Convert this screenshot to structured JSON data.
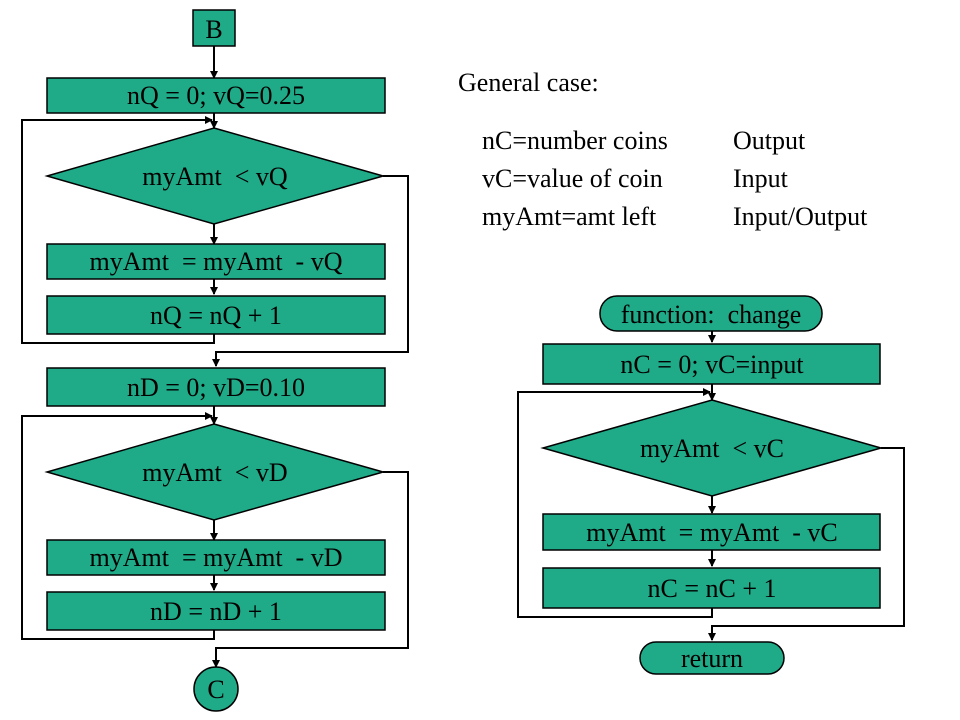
{
  "colors": {
    "fill": "#1faa88",
    "stroke": "#000000",
    "background": "#ffffff"
  },
  "left_flow": {
    "start_connector": "B",
    "end_connector": "C",
    "quarter_init": "nQ = 0; vQ=0.25",
    "quarter_test": "myAmt  < vQ",
    "quarter_subtract": "myAmt  = myAmt  - vQ",
    "quarter_increment": "nQ = nQ + 1",
    "dime_init": "nD = 0; vD=0.10",
    "dime_test": "myAmt  < vD",
    "dime_subtract": "myAmt  = myAmt  - vD",
    "dime_increment": "nD = nD + 1"
  },
  "general": {
    "title": "General case:",
    "rows": [
      {
        "name": "nC=number  coins",
        "role": "Output"
      },
      {
        "name": "vC=value of coin",
        "role": "Input"
      },
      {
        "name": "myAmt=amt  left",
        "role": "Input/Output"
      }
    ]
  },
  "right_flow": {
    "start": "function:  change",
    "init": "nC = 0; vC=input",
    "test": "myAmt  < vC",
    "subtract": "myAmt  = myAmt  - vC",
    "increment": "nC = nC + 1",
    "end": "return"
  }
}
